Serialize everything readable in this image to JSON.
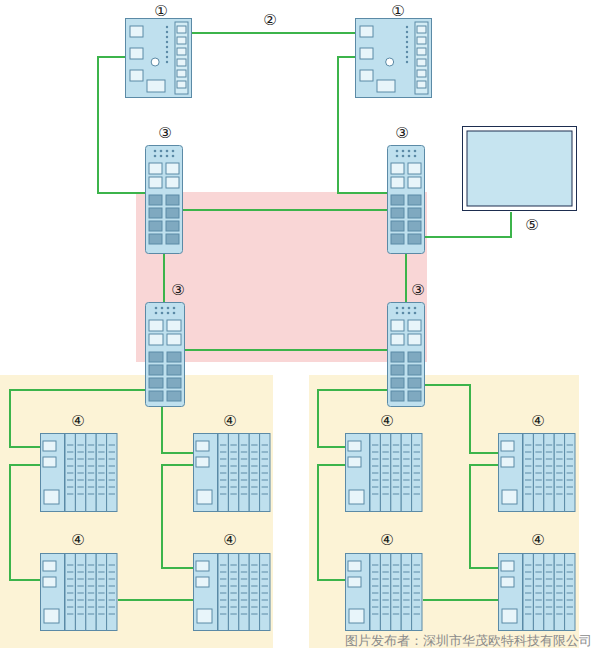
{
  "diagram": {
    "nodes": [
      {
        "text": [
          "①"
        ]
      },
      {
        "text": [
          "①"
        ]
      },
      {
        "text": [
          "③"
        ]
      },
      {
        "text": [
          "③"
        ]
      },
      {
        "text": [
          "③"
        ]
      },
      {
        "text": [
          "③"
        ]
      },
      {
        "text": [
          "⑤"
        ]
      },
      {
        "text": [
          "④"
        ]
      },
      {
        "text": [
          "④"
        ]
      },
      {
        "text": [
          "④"
        ]
      },
      {
        "text": [
          "④"
        ]
      },
      {
        "text": [
          "④"
        ]
      },
      {
        "text": [
          "④"
        ]
      },
      {
        "text": [
          "④"
        ]
      },
      {
        "text": [
          "④"
        ]
      }
    ],
    "edges": [
      {
        "from": 0,
        "to": 1,
        "label": "②",
        "arrow": "none"
      },
      {
        "from": 0,
        "to": 2,
        "arrow": "none"
      },
      {
        "from": 1,
        "to": 3,
        "arrow": "none"
      },
      {
        "from": 2,
        "to": 3,
        "arrow": "none"
      },
      {
        "from": 2,
        "to": 4,
        "arrow": "none"
      },
      {
        "from": 3,
        "to": 5,
        "arrow": "none"
      },
      {
        "from": 4,
        "to": 5,
        "arrow": "none"
      },
      {
        "from": 3,
        "to": 6,
        "arrow": "none"
      },
      {
        "from": 4,
        "to": 7,
        "arrow": "none"
      },
      {
        "from": 7,
        "to": 9,
        "arrow": "none"
      },
      {
        "from": 9,
        "to": 10,
        "arrow": "none"
      },
      {
        "from": 10,
        "to": 8,
        "arrow": "none"
      },
      {
        "from": 8,
        "to": 4,
        "arrow": "none"
      },
      {
        "from": 5,
        "to": 11,
        "arrow": "none"
      },
      {
        "from": 11,
        "to": 13,
        "arrow": "none"
      },
      {
        "from": 13,
        "to": 14,
        "arrow": "none"
      },
      {
        "from": 14,
        "to": 12,
        "arrow": "none"
      },
      {
        "from": 12,
        "to": 5,
        "arrow": "none"
      }
    ],
    "labels": [
      "图片发布者：深圳市华茂欧特科技有限公司"
    ]
  }
}
